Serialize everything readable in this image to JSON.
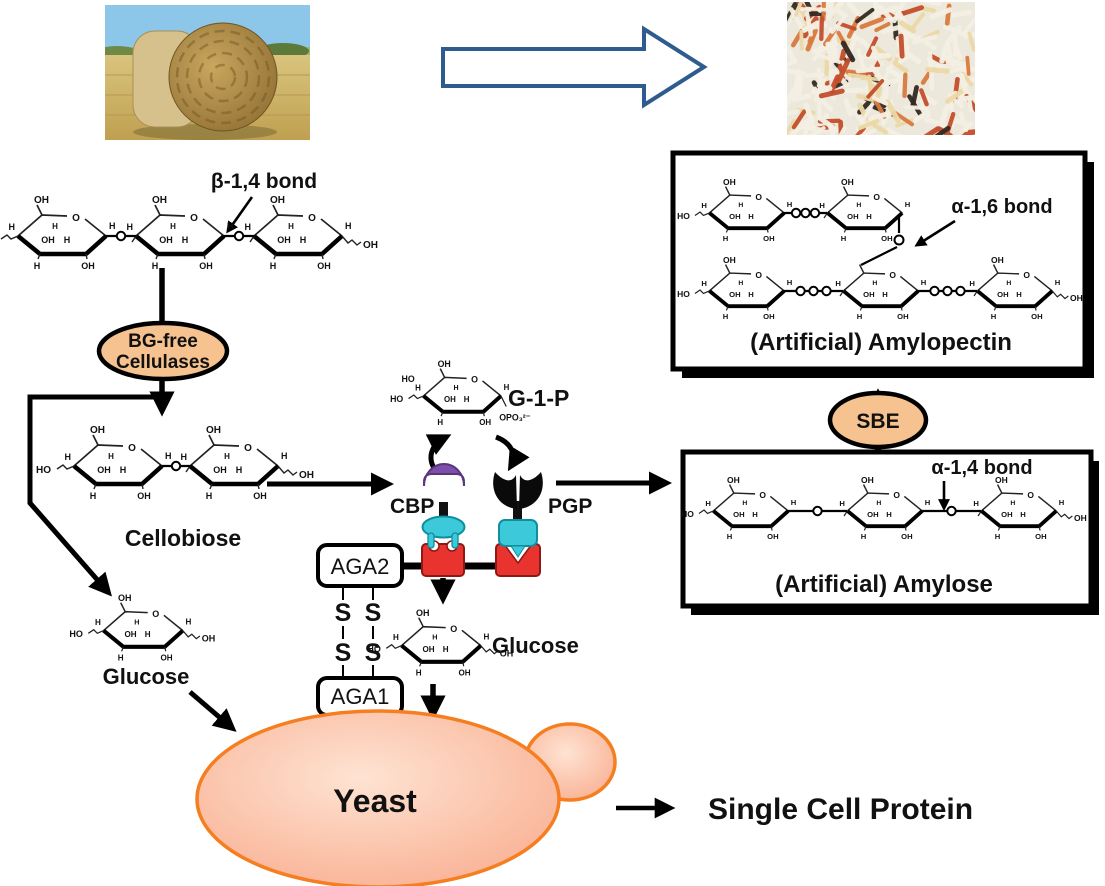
{
  "labels": {
    "beta_bond": "β-1,4 bond",
    "cellulases_line1": "BG-free",
    "cellulases_line2": "Cellulases",
    "cellobiose": "Cellobiose",
    "g1p": "G-1-P",
    "opo3": "OPO₃²⁻",
    "cbp": "CBP",
    "pgp": "PGP",
    "aga2": "AGA2",
    "aga1": "AGA1",
    "s1": "S",
    "s2": "S",
    "s3": "S",
    "s4": "S",
    "glucose_left": "Glucose",
    "glucose_center": "Glucose",
    "yeast": "Yeast",
    "single_cell_protein": "Single Cell Protein",
    "sbe": "SBE",
    "alpha16_bond": "α-1,6 bond",
    "amylopectin": "(Artificial) Amylopectin",
    "alpha14_bond": "α-1,4 bond",
    "amylose": "(Artificial) Amylose"
  },
  "ring_atoms": {
    "O": "O",
    "OH": "OH",
    "HO": "HO",
    "H": "H"
  },
  "colors": {
    "enzyme_fill": "#F6C28F",
    "enzyme_text": "#E8231A",
    "label_red": "#EE1C14",
    "outline_black": "#000000",
    "big_arrow_blue": "#2E5C8E",
    "yeast_border": "#F57E20",
    "yeast_fill_center": "#FEE3D3",
    "yeast_fill_edge": "#F8A98C",
    "cbp_purple": "#7C4FA8",
    "pgp_black": "#0A0A0A",
    "anchor_cyan": "#3CC9D9",
    "anchor_cyan_dark": "#0E8FA0",
    "block_red": "#E8332E",
    "block_red_dark": "#8E1914",
    "rice_palette": [
      "#F5F0E4",
      "#EDD9A8",
      "#C44E2C",
      "#332A22",
      "#D97B3F"
    ]
  }
}
